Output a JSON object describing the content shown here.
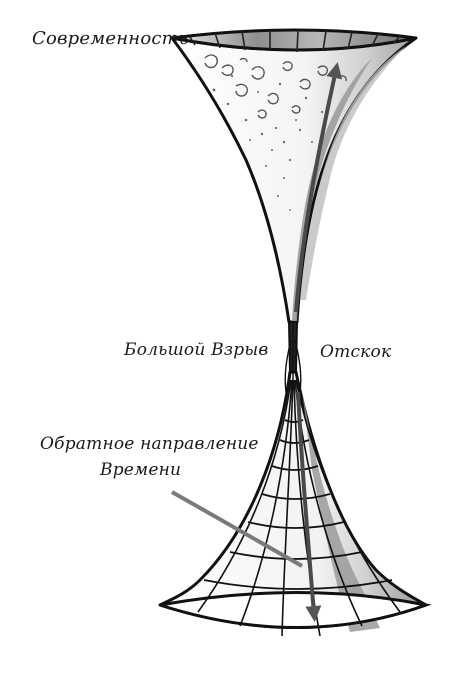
{
  "labels": {
    "modernity": "Современность",
    "big_bang": "Большой Взрыв",
    "bounce": "Отскок",
    "reverse_time_line1": "Обратное направление",
    "reverse_time_line2": "Времени"
  },
  "colors": {
    "ink": "#111111",
    "shade_light": "#d6d6d6",
    "shade_mid": "#a9a9a9",
    "shade_dark": "#7a7a7a",
    "arrow": "#8a8a8a"
  }
}
